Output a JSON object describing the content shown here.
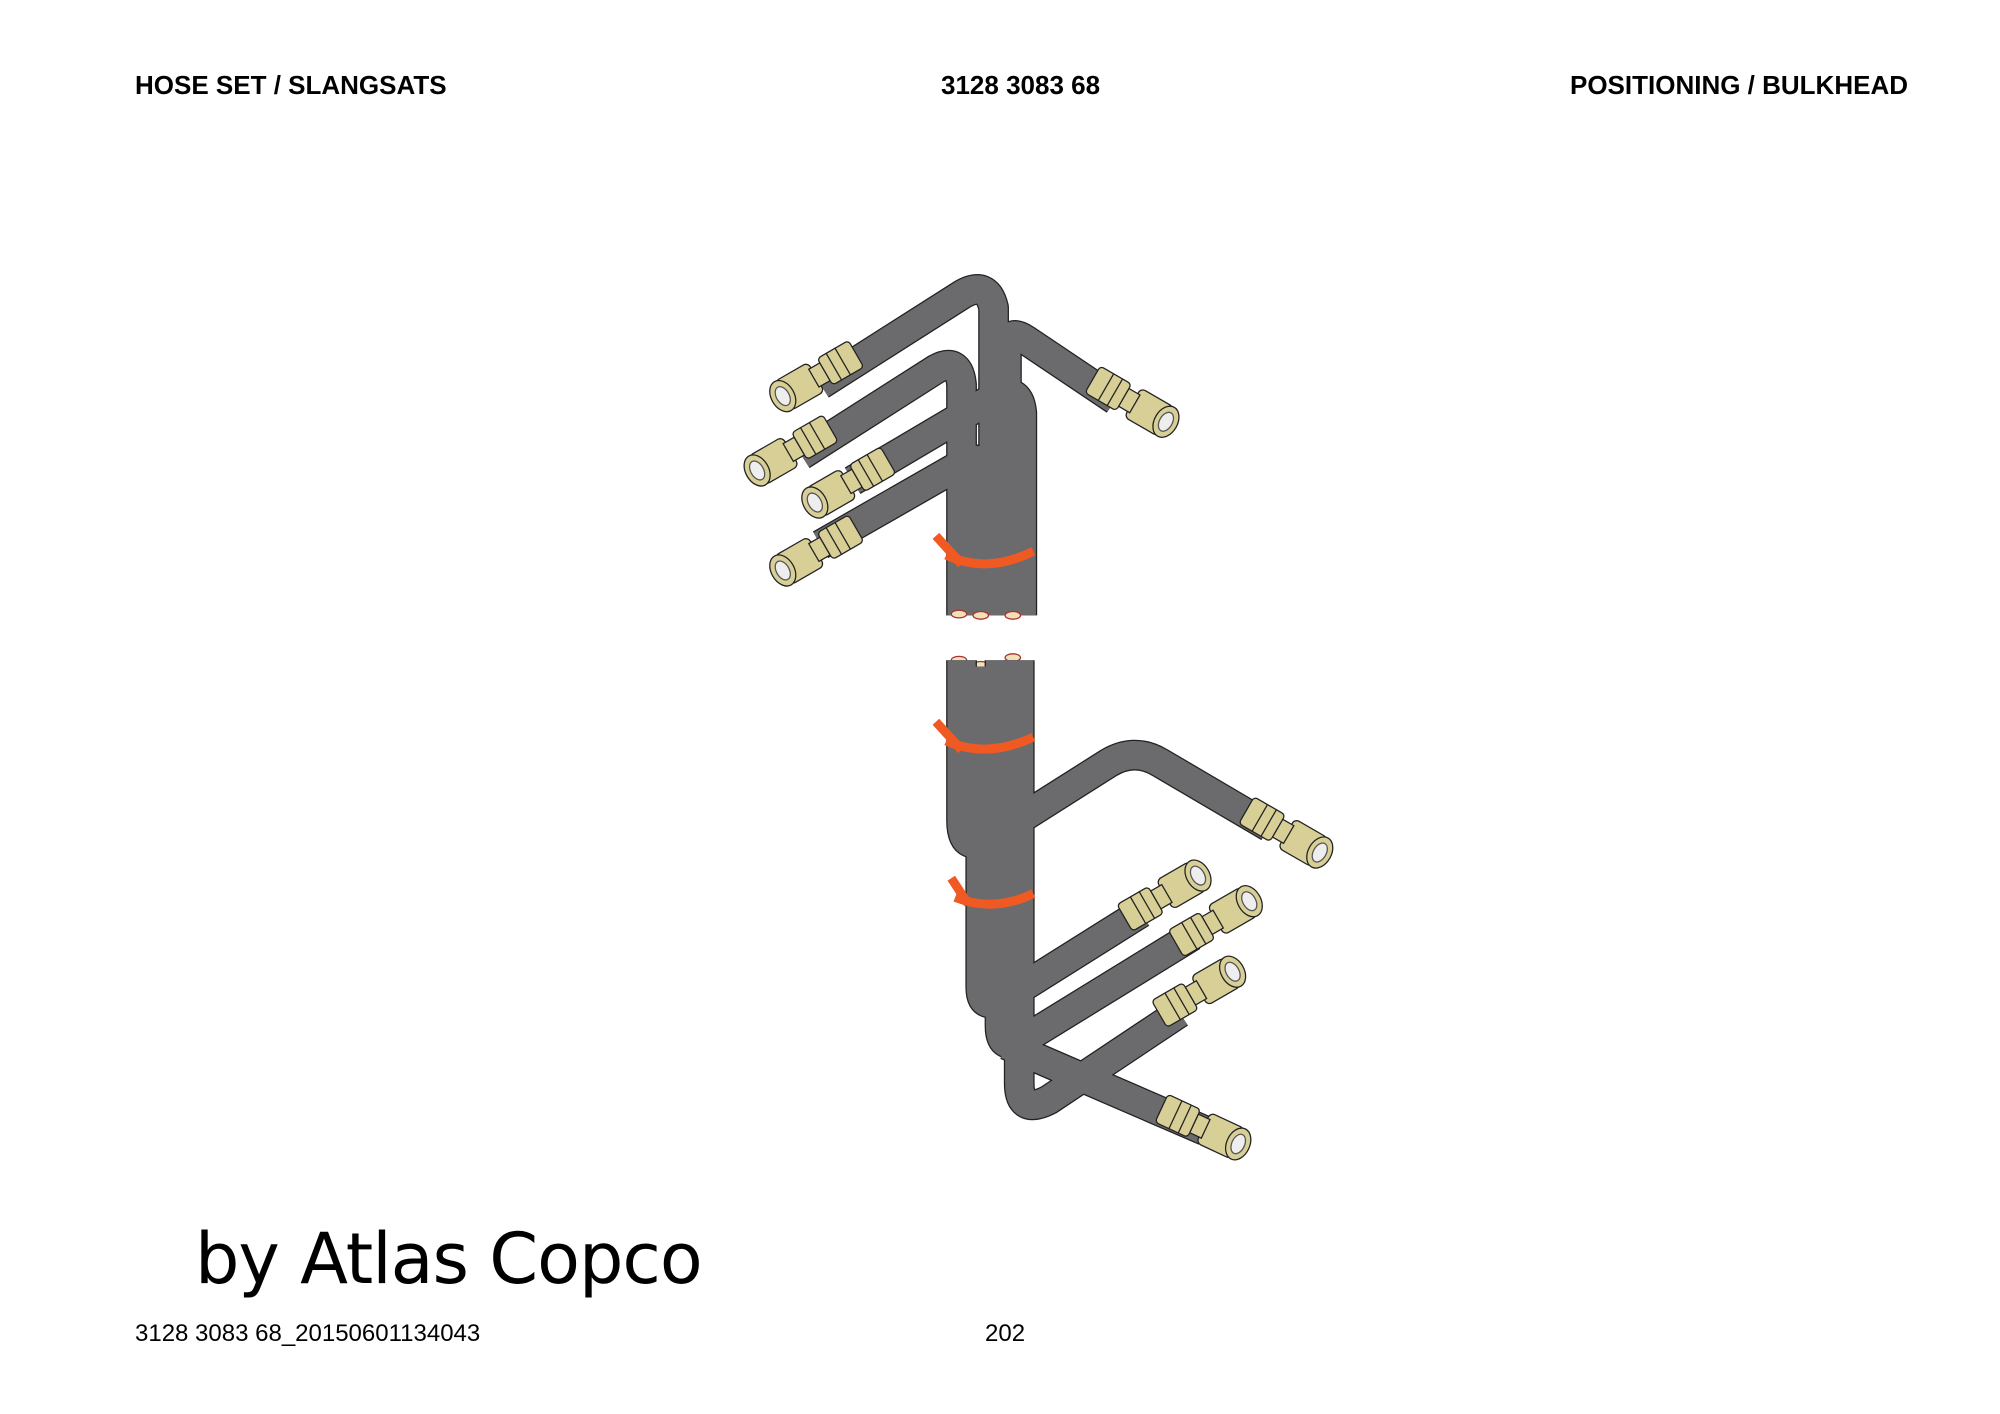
{
  "header": {
    "left": "HOSE SET / SLANGSATS",
    "center": "3128 3083 68",
    "right": "POSITIONING / BULKHEAD"
  },
  "brand_text": "by Atlas Copco",
  "footer": {
    "document_id": "3128 3083 68_20150601134043",
    "page_number": "202"
  },
  "colors": {
    "hose": "#6b6b6e",
    "fitting": "#d8cf97",
    "cable_tie": "#f05a22"
  }
}
